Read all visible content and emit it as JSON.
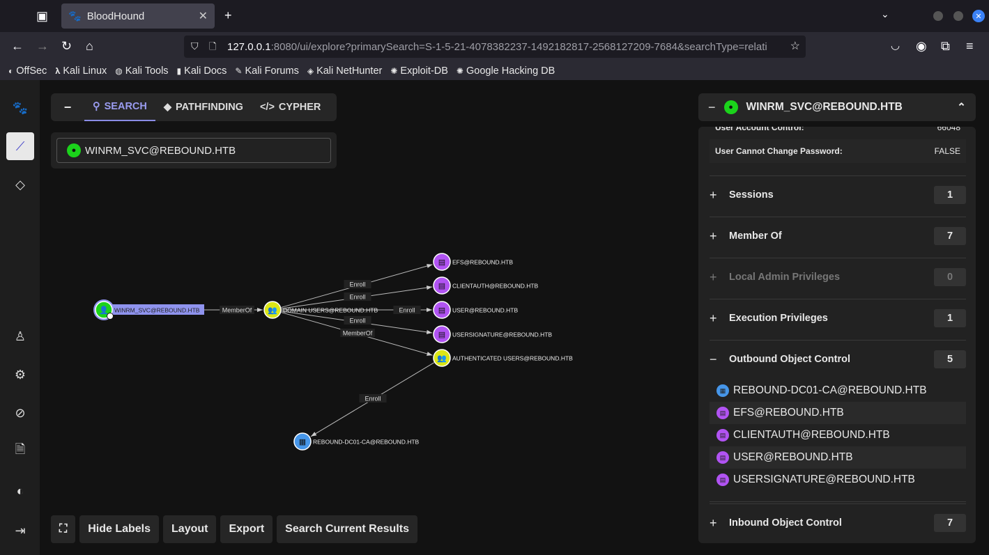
{
  "browser": {
    "tab_title": "BloodHound",
    "url_host": "127.0.0.1",
    "url_rest": ":8080/ui/explore?primarySearch=S-1-5-21-4078382237-1492182817-2568127209-7684&searchType=relati",
    "bookmarks": [
      "OffSec",
      "Kali Linux",
      "Kali Tools",
      "Kali Docs",
      "Kali Forums",
      "Kali NetHunter",
      "Exploit-DB",
      "Google Hacking DB"
    ]
  },
  "explore": {
    "tabs": [
      "SEARCH",
      "PATHFINDING",
      "CYPHER"
    ],
    "search_value": "WINRM_SVC@REBOUND.HTB"
  },
  "toolbar": {
    "hide_labels": "Hide Labels",
    "layout": "Layout",
    "export": "Export",
    "search_current": "Search Current Results"
  },
  "graph": {
    "nodes": [
      {
        "id": "winrm",
        "label": "WINRM_SVC@REBOUND.HTB",
        "type": "user",
        "color": "#1bd31b"
      },
      {
        "id": "du",
        "label": "DOMAIN USERS@REBOUND.HTB",
        "type": "group",
        "color": "#dbe617"
      },
      {
        "id": "efs",
        "label": "EFS@REBOUND.HTB",
        "type": "certtemplate",
        "color": "#b153f3"
      },
      {
        "id": "ca",
        "label": "CLIENTAUTH@REBOUND.HTB",
        "type": "certtemplate",
        "color": "#b153f3"
      },
      {
        "id": "user",
        "label": "USER@REBOUND.HTB",
        "type": "certtemplate",
        "color": "#b153f3"
      },
      {
        "id": "usig",
        "label": "USERSIGNATURE@REBOUND.HTB",
        "type": "certtemplate",
        "color": "#b153f3"
      },
      {
        "id": "auth",
        "label": "AUTHENTICATED USERS@REBOUND.HTB",
        "type": "group",
        "color": "#dbe617"
      },
      {
        "id": "dc",
        "label": "REBOUND-DC01-CA@REBOUND.HTB",
        "type": "enterpriseca",
        "color": "#4696e9"
      }
    ],
    "edges": [
      {
        "from": "winrm",
        "to": "du",
        "label": "MemberOf"
      },
      {
        "from": "du",
        "to": "efs",
        "label": "Enroll"
      },
      {
        "from": "du",
        "to": "ca",
        "label": "Enroll"
      },
      {
        "from": "du",
        "to": "user",
        "label": "Enroll"
      },
      {
        "from": "du",
        "to": "usig",
        "label": "Enroll"
      },
      {
        "from": "du",
        "to": "auth",
        "label": "MemberOf"
      },
      {
        "from": "auth",
        "to": "dc",
        "label": "Enroll"
      }
    ]
  },
  "panel": {
    "title": "WINRM_SVC@REBOUND.HTB",
    "props": [
      {
        "k": "User Account Control:",
        "v": "66048"
      },
      {
        "k": "User Cannot Change Password:",
        "v": "FALSE"
      }
    ],
    "sections": [
      {
        "label": "Sessions",
        "count": "1"
      },
      {
        "label": "Member Of",
        "count": "7"
      },
      {
        "label": "Local Admin Privileges",
        "count": "0"
      },
      {
        "label": "Execution Privileges",
        "count": "1"
      },
      {
        "label": "Outbound Object Control",
        "count": "5"
      },
      {
        "label": "Inbound Object Control",
        "count": "7"
      }
    ],
    "outbound": [
      {
        "label": "REBOUND-DC01-CA@REBOUND.HTB",
        "color": "#4696e9"
      },
      {
        "label": "EFS@REBOUND.HTB",
        "color": "#b153f3"
      },
      {
        "label": "CLIENTAUTH@REBOUND.HTB",
        "color": "#b153f3"
      },
      {
        "label": "USER@REBOUND.HTB",
        "color": "#b153f3"
      },
      {
        "label": "USERSIGNATURE@REBOUND.HTB",
        "color": "#b153f3"
      }
    ]
  }
}
